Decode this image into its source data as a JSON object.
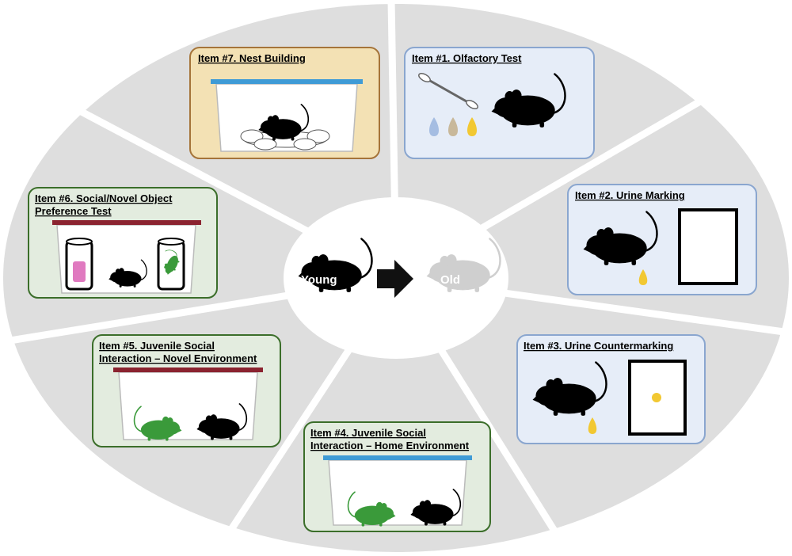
{
  "center": {
    "young_label": "Young",
    "old_label": "Old"
  },
  "panels": {
    "item1": {
      "title": "Item #1. Olfactory Test"
    },
    "item2": {
      "title": "Item #2. Urine Marking"
    },
    "item3": {
      "title": "Item #3. Urine Countermarking"
    },
    "item4": {
      "title_line1": "Item #4. Juvenile Social",
      "title_line2": "Interaction – Home Environment"
    },
    "item5": {
      "title_line1": "Item #5. Juvenile Social",
      "title_line2": "Interaction – Novel Environment"
    },
    "item6": {
      "title_line1": "Item #6. Social/Novel Object",
      "title_line2": "Preference Test"
    },
    "item7": {
      "title": "Item #7. Nest Building"
    }
  },
  "colors": {
    "wheel": "#dedede",
    "olfactory_panel": "#e6edf8",
    "olfactory_border": "#8aa6cf",
    "green_panel": "#e3ecdf",
    "green_border": "#3b6e2a",
    "nest_panel": "#f3e1b4",
    "nest_border": "#a5743a",
    "cage_lid_blue": "#3f9bd6",
    "cage_lid_red": "#8b2330",
    "juvenile_mouse": "#3a9a3a",
    "urine": "#f2c832",
    "old_mouse": "#cfcfcf"
  }
}
